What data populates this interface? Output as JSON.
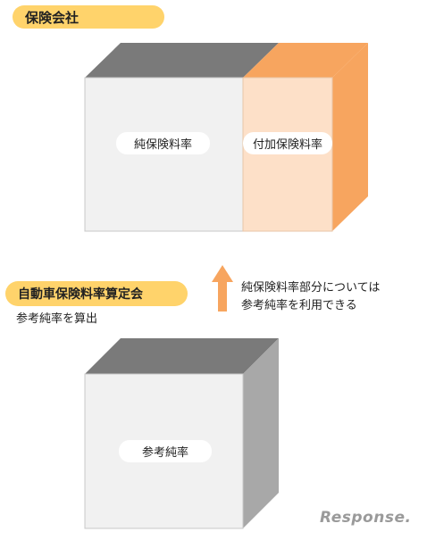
{
  "insurer": {
    "title": "保険会社",
    "pure_rate_label": "純保険料率",
    "loading_rate_label": "付加保険料率"
  },
  "rating_org": {
    "title": "自動車保険料率算定会",
    "subtitle": "参考純率を算出",
    "reference_rate_label": "参考純率"
  },
  "arrow_note": {
    "line1": "純保険料率部分については",
    "line2": "参考純率を利用できる"
  },
  "watermark": "Response.",
  "colors": {
    "pill": "#ffd36b",
    "cube_front": "#f1f1f1",
    "cube_top": "#7a7a7a",
    "cube_side": "#a8a8a8",
    "loading_front": "#fde0c8",
    "loading_side": "#f7a55f",
    "arrow": "#f7a55f"
  }
}
